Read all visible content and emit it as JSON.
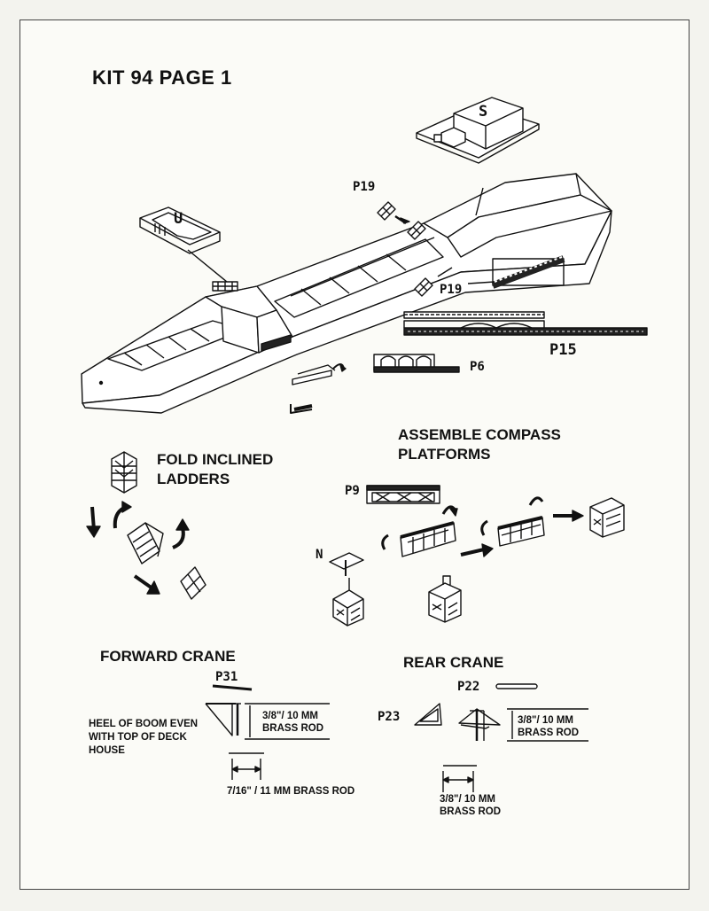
{
  "page_title": "KIT 94  PAGE 1",
  "hull_labels": {
    "s": "S",
    "u": "U",
    "p19_top": "P19",
    "p19_side": "P19",
    "p15": "P15",
    "p6": "P6"
  },
  "ladders": {
    "heading_line1": "FOLD INCLINED",
    "heading_line2": "LADDERS"
  },
  "compass": {
    "heading_line1": "ASSEMBLE COMPASS",
    "heading_line2": "PLATFORMS",
    "p9": "P9",
    "n": "N"
  },
  "forward_crane": {
    "heading": "FORWARD CRANE",
    "p31": "P31",
    "note_line1": "HEEL OF BOOM EVEN",
    "note_line2": "WITH TOP OF DECK",
    "note_line3": "HOUSE",
    "dim1_line1": "3/8\"/ 10 MM",
    "dim1_line2": "BRASS ROD",
    "dim2": "7/16\" / 11 MM BRASS ROD"
  },
  "rear_crane": {
    "heading": "REAR CRANE",
    "p22": "P22",
    "p23": "P23",
    "dim1_line1": "3/8\"/ 10 MM",
    "dim1_line2": "BRASS ROD",
    "dim2_line1": "3/8\"/ 10 MM",
    "dim2_line2": "BRASS ROD"
  }
}
